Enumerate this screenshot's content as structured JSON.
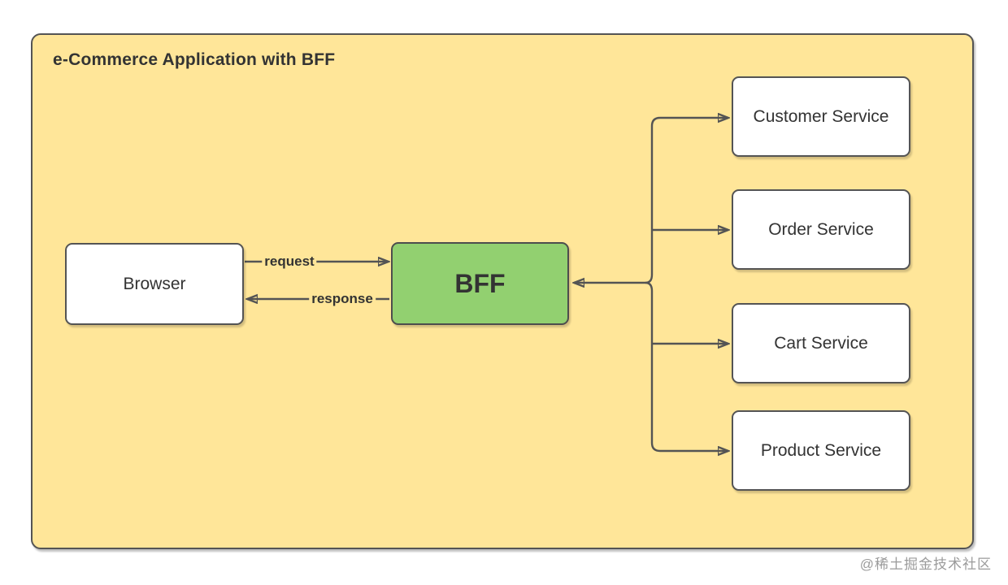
{
  "diagram": {
    "title": "e-Commerce Application with BFF",
    "nodes": {
      "browser": {
        "label": "Browser"
      },
      "bff": {
        "label": "BFF"
      },
      "services": [
        {
          "label": "Customer Service"
        },
        {
          "label": "Order Service"
        },
        {
          "label": "Cart Service"
        },
        {
          "label": "Product Service"
        }
      ]
    },
    "edges": {
      "request": {
        "label": "request"
      },
      "response": {
        "label": "response"
      }
    },
    "colors": {
      "container_fill": "#FFE699",
      "node_fill": "#FFFFFF",
      "bff_fill": "#92D070",
      "stroke": "#545454",
      "text": "#333333",
      "watermark": "#9B9B9B"
    }
  },
  "watermark": "@稀土掘金技术社区"
}
